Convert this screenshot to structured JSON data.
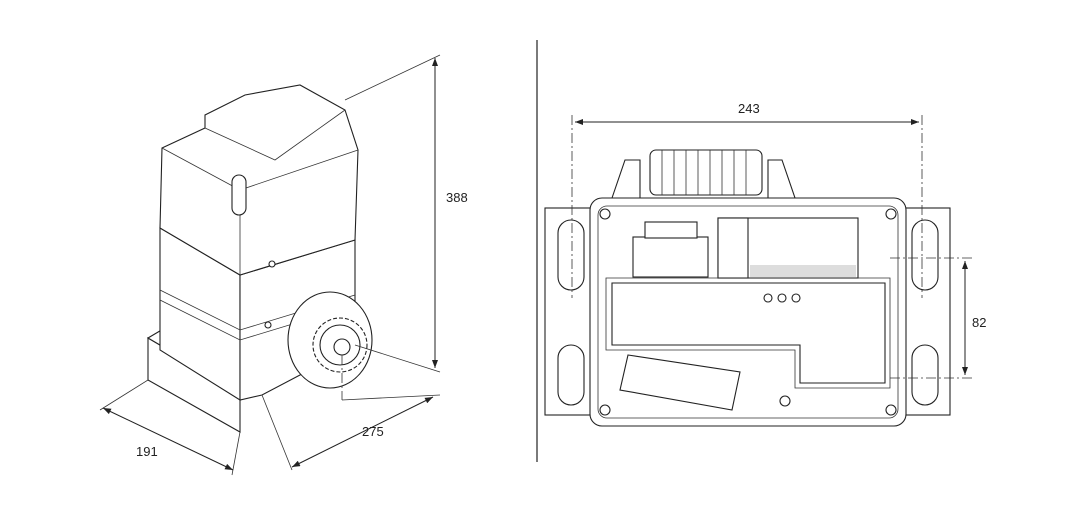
{
  "dimensions": {
    "height": "388",
    "depth": "191",
    "length": "275",
    "mounting_width": "243",
    "slot_spacing": "82"
  }
}
